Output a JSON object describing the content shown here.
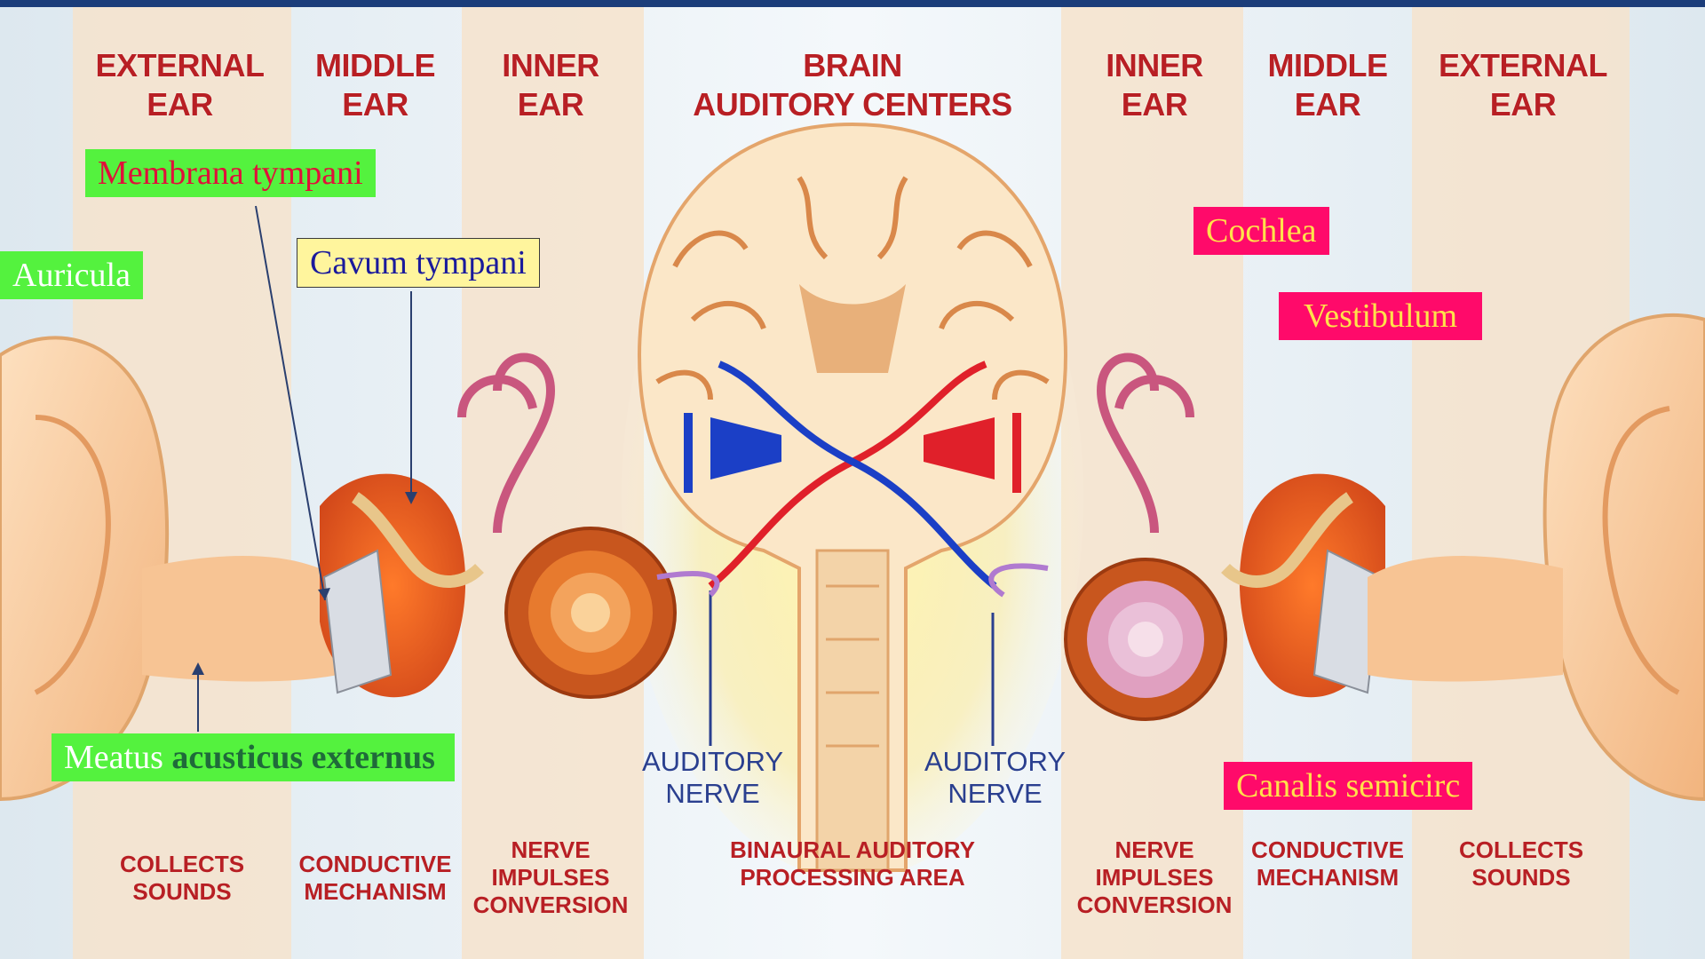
{
  "headers": {
    "left_external": [
      "EXTERNAL",
      "EAR"
    ],
    "left_middle": [
      "MIDDLE",
      "EAR"
    ],
    "left_inner": [
      "INNER",
      "EAR"
    ],
    "brain": [
      "BRAIN",
      "AUDITORY CENTERS"
    ],
    "right_inner": [
      "INNER",
      "EAR"
    ],
    "right_middle": [
      "MIDDLE",
      "EAR"
    ],
    "right_external": [
      "EXTERNAL",
      "EAR"
    ]
  },
  "bottom": {
    "left_collects": [
      "COLLECTS",
      "SOUNDS"
    ],
    "left_conductive": [
      "CONDUCTIVE",
      "MECHANISM"
    ],
    "left_nerve": [
      "NERVE",
      "IMPULSES",
      "CONVERSION"
    ],
    "center": [
      "BINAURAL AUDITORY",
      "PROCESSING AREA"
    ],
    "right_nerve": [
      "NERVE",
      "IMPULSES",
      "CONVERSION"
    ],
    "right_conductive": [
      "CONDUCTIVE",
      "MECHANISM"
    ],
    "right_collects": [
      "COLLECTS",
      "SOUNDS"
    ]
  },
  "nerves": {
    "left": [
      "AUDITORY",
      "NERVE"
    ],
    "right": [
      "AUDITORY",
      "NERVE"
    ]
  },
  "labels": {
    "membrana": "Membrana tympani",
    "auricula": "Auricula",
    "cavum": "Cavum tympani",
    "meatus_plain": "Meatus ",
    "meatus_bold": "acusticus externus",
    "cochlea": "Cochlea",
    "vestibulum": "Vestibulum",
    "canalis": "Canalis semicirc"
  },
  "colors": {
    "green_label": "#54f23e",
    "magenta_label": "#ff0a6a",
    "yellow_label": "#fff59d",
    "header_red": "#b81f24",
    "nerve_blue": "#2a3f8f"
  }
}
